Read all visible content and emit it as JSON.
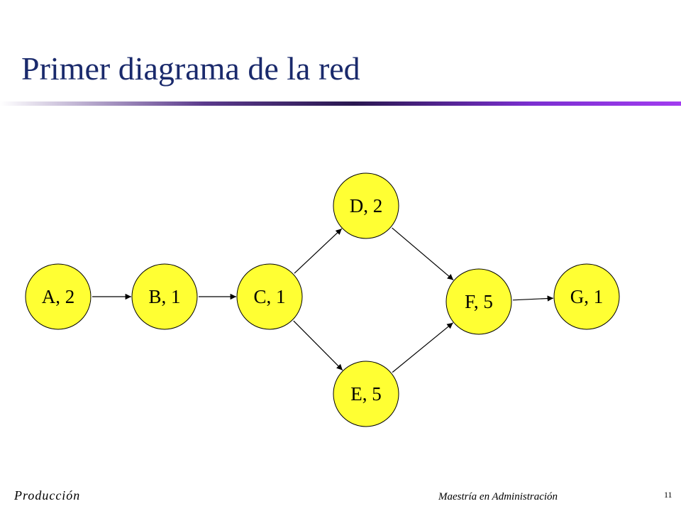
{
  "slide": {
    "title": "Primer diagrama de la red",
    "footer_left": "Producción",
    "footer_center": "Maestría en Administración",
    "page_number": "11"
  },
  "diagram": {
    "node_fill": "#ffff33",
    "node_stroke": "#000000",
    "nodes": [
      {
        "id": "A",
        "label": "A, 2"
      },
      {
        "id": "B",
        "label": "B, 1"
      },
      {
        "id": "C",
        "label": "C, 1"
      },
      {
        "id": "D",
        "label": "D, 2"
      },
      {
        "id": "E",
        "label": "E, 5"
      },
      {
        "id": "F",
        "label": "F, 5"
      },
      {
        "id": "G",
        "label": "G, 1"
      }
    ],
    "edges": [
      {
        "from": "A",
        "to": "B"
      },
      {
        "from": "B",
        "to": "C"
      },
      {
        "from": "C",
        "to": "D"
      },
      {
        "from": "C",
        "to": "E"
      },
      {
        "from": "D",
        "to": "F"
      },
      {
        "from": "E",
        "to": "F"
      },
      {
        "from": "F",
        "to": "G"
      }
    ]
  }
}
